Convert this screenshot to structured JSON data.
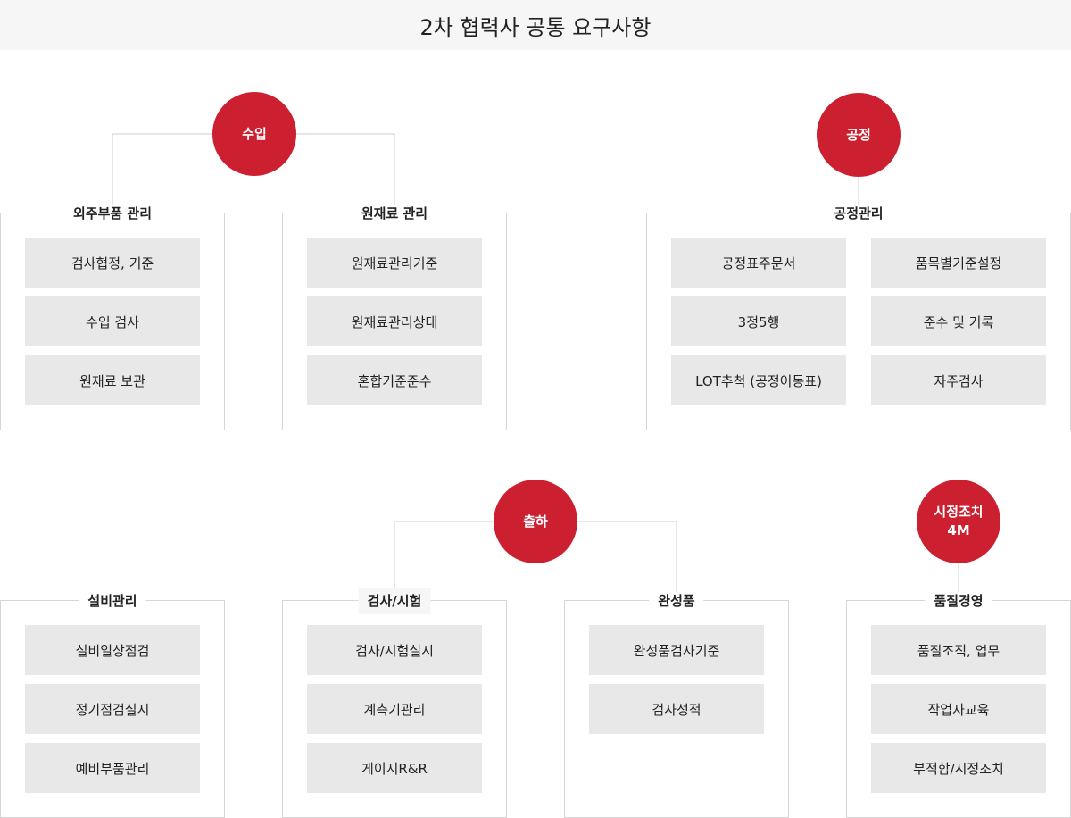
{
  "title": "2차 협력사 공통 요구사항",
  "nodes": {
    "suip": {
      "lines": [
        "수입"
      ]
    },
    "gongjeong": {
      "lines": [
        "공정"
      ]
    },
    "chulha": {
      "lines": [
        "출하"
      ]
    },
    "sijeong": {
      "lines": [
        "시정조치",
        "4M"
      ]
    }
  },
  "panels": {
    "oeju": {
      "title": "외주부품 관리",
      "items": [
        "검사협정, 기준",
        "수입 검사",
        "원재료 보관"
      ]
    },
    "wonjae": {
      "title": "원재료 관리",
      "items": [
        "원재료관리기준",
        "원재료관리상태",
        "혼합기준준수"
      ]
    },
    "process": {
      "title": "공정관리",
      "left_items": [
        "공정표주문서",
        "3정5행",
        "LOT추척 (공정이동표)"
      ],
      "right_items": [
        "품목별기준설정",
        "준수 및 기록",
        "자주검사"
      ]
    },
    "equip": {
      "title": "설비관리",
      "items": [
        "설비일상점검",
        "정기점검실시",
        "예비부품관리"
      ]
    },
    "inspect": {
      "title": "검사/시험",
      "items": [
        "검사/시험실시",
        "계측기관리",
        "게이지R&R"
      ]
    },
    "finished": {
      "title": "완성품",
      "items": [
        "완성품검사기준",
        "검사성적"
      ]
    },
    "quality": {
      "title": "품질경영",
      "items": [
        "품질조직, 업무",
        "작업자교육",
        "부적합/시정조치"
      ]
    }
  },
  "colors": {
    "node": "#cc1f2f",
    "item_bg": "#e8e8e8",
    "border": "#d6d6d6",
    "title_bg": "#f6f6f6"
  }
}
